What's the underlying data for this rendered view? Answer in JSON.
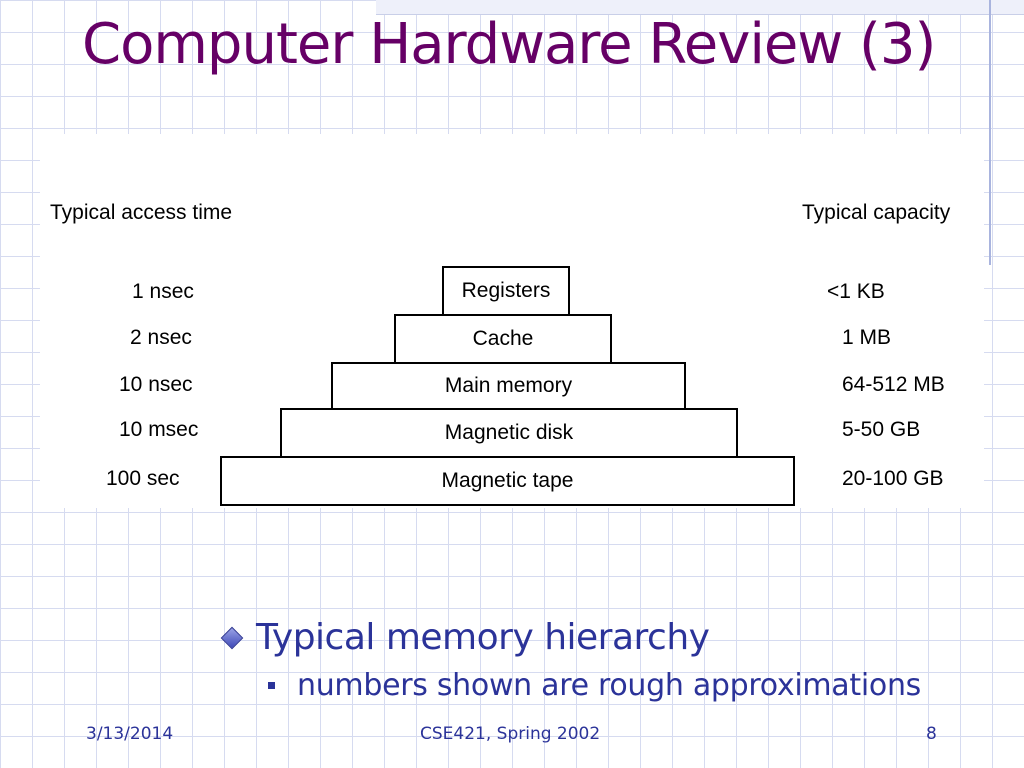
{
  "slide": {
    "title": "Computer Hardware Review (3)"
  },
  "diagram": {
    "left_header": "Typical access time",
    "right_header": "Typical capacity",
    "levels": [
      {
        "name": "Registers",
        "access_time": "1 nsec",
        "capacity": "<1 KB"
      },
      {
        "name": "Cache",
        "access_time": "2 nsec",
        "capacity": "1 MB"
      },
      {
        "name": "Main memory",
        "access_time": "10 nsec",
        "capacity": "64-512 MB"
      },
      {
        "name": "Magnetic disk",
        "access_time": "10 msec",
        "capacity": "5-50 GB"
      },
      {
        "name": "Magnetic tape",
        "access_time": "100 sec",
        "capacity": "20-100 GB"
      }
    ]
  },
  "bullets": {
    "main": "Typical memory hierarchy",
    "sub": "numbers shown are rough approximations"
  },
  "footer": {
    "date": "3/13/2014",
    "course": "CSE421, Spring 2002",
    "page": "8"
  }
}
